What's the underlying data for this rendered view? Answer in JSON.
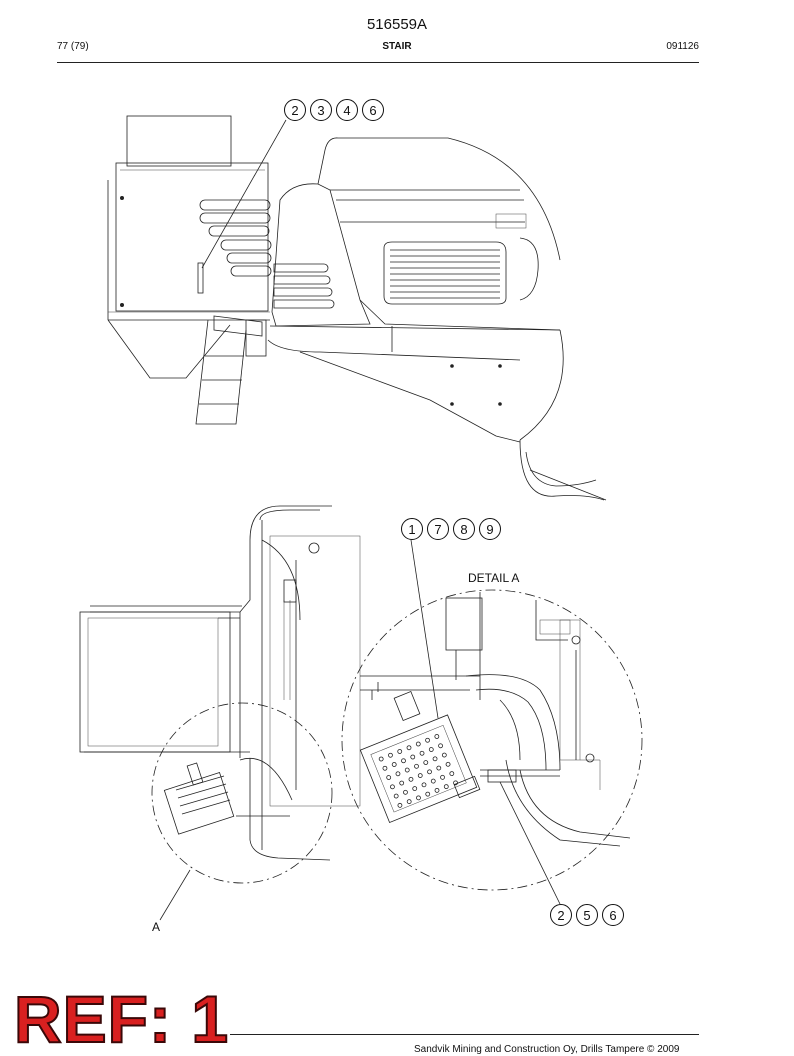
{
  "header": {
    "doc_number": "516559A",
    "page": "77 (79)",
    "title": "STAIR",
    "code": "091126"
  },
  "callouts": {
    "top": [
      "2",
      "3",
      "4",
      "6"
    ],
    "detail_top": [
      "1",
      "7",
      "8",
      "9"
    ],
    "detail_bottom": [
      "2",
      "5",
      "6"
    ]
  },
  "labels": {
    "detail": "DETAIL A",
    "view_marker": "A"
  },
  "stamp": "REF: 1",
  "footer": "Sandvik Mining and Construction Oy, Drills Tampere © 2009"
}
